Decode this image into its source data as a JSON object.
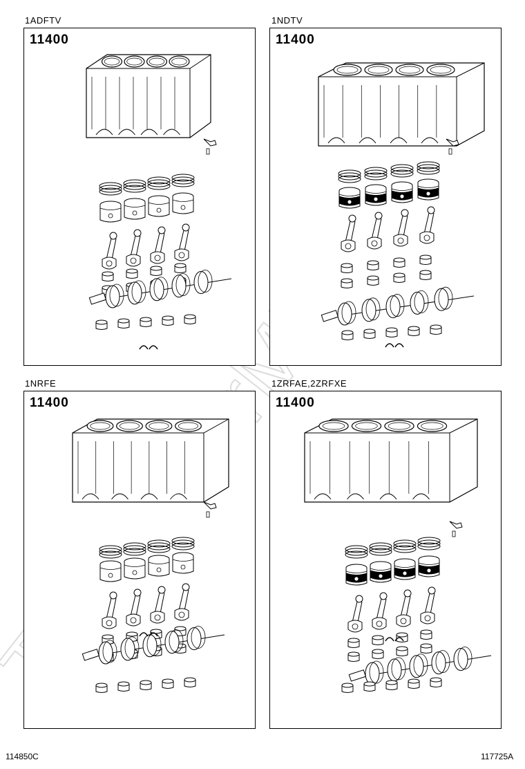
{
  "panels": [
    {
      "engine_code": "1ADFTV",
      "part_number": "11400"
    },
    {
      "engine_code": "1NDTV",
      "part_number": "11400"
    },
    {
      "engine_code": "1NRFE",
      "part_number": "11400"
    },
    {
      "engine_code": "1ZRFAE,2ZRFXE",
      "part_number": "11400"
    }
  ],
  "footer": {
    "left_code": "114850C",
    "right_code": "117725A"
  },
  "watermark": {
    "text": "ToyotaCarMinimu"
  },
  "colors": {
    "line": "#000000",
    "watermark": "#dcdcdc",
    "background": "#ffffff"
  }
}
